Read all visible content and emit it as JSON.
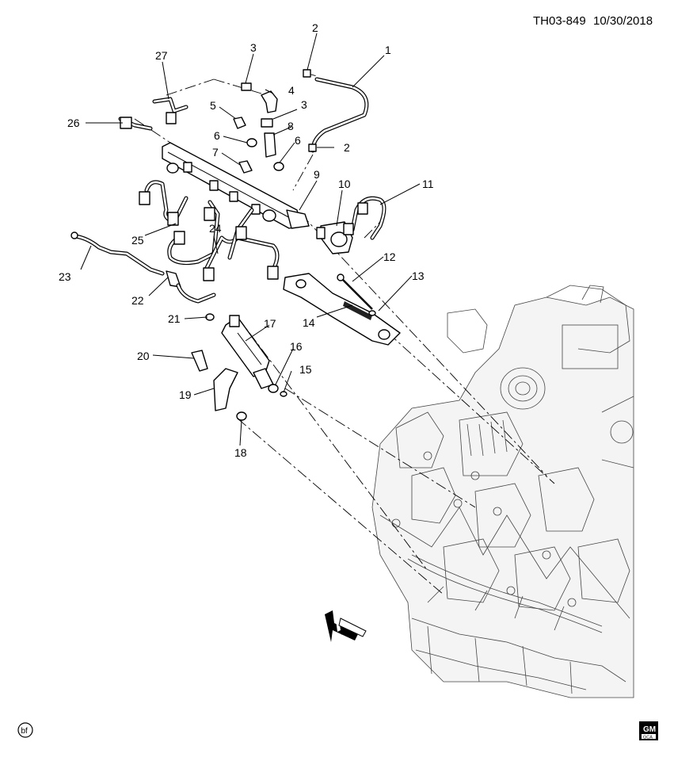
{
  "header": {
    "drawing_id": "TH03-849",
    "date": "10/30/2018"
  },
  "callouts": [
    {
      "id": "c1",
      "label": "1"
    },
    {
      "id": "c2a",
      "label": "2"
    },
    {
      "id": "c2b",
      "label": "2"
    },
    {
      "id": "c3a",
      "label": "3"
    },
    {
      "id": "c3b",
      "label": "3"
    },
    {
      "id": "c4",
      "label": "4"
    },
    {
      "id": "c5",
      "label": "5"
    },
    {
      "id": "c6a",
      "label": "6"
    },
    {
      "id": "c6b",
      "label": "6"
    },
    {
      "id": "c7",
      "label": "7"
    },
    {
      "id": "c8",
      "label": "8"
    },
    {
      "id": "c9",
      "label": "9"
    },
    {
      "id": "c10",
      "label": "10"
    },
    {
      "id": "c11",
      "label": "11"
    },
    {
      "id": "c12",
      "label": "12"
    },
    {
      "id": "c13",
      "label": "13"
    },
    {
      "id": "c14",
      "label": "14"
    },
    {
      "id": "c15",
      "label": "15"
    },
    {
      "id": "c16",
      "label": "16"
    },
    {
      "id": "c17",
      "label": "17"
    },
    {
      "id": "c18",
      "label": "18"
    },
    {
      "id": "c19",
      "label": "19"
    },
    {
      "id": "c20",
      "label": "20"
    },
    {
      "id": "c21",
      "label": "21"
    },
    {
      "id": "c22",
      "label": "22"
    },
    {
      "id": "c23",
      "label": "23"
    },
    {
      "id": "c24",
      "label": "24"
    },
    {
      "id": "c25",
      "label": "25"
    },
    {
      "id": "c26",
      "label": "26"
    },
    {
      "id": "c27",
      "label": "27"
    }
  ],
  "direction_indicator": {
    "text": "FRT"
  },
  "footer": {
    "left_mark": "bf",
    "logo_top": "GM",
    "logo_bottom": "GCA"
  }
}
